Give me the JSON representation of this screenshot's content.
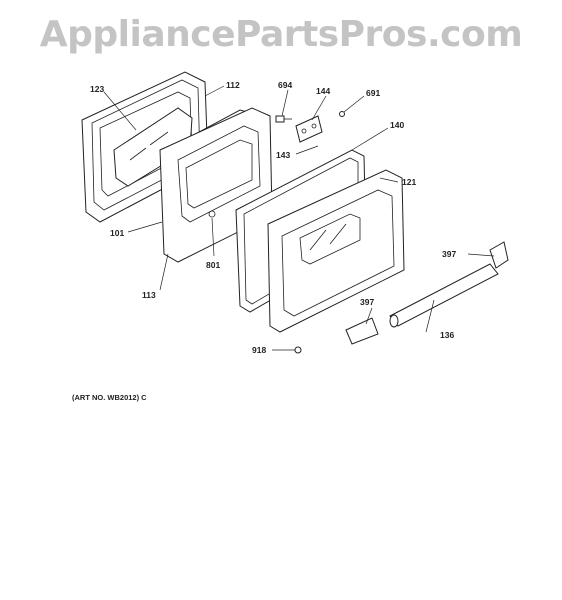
{
  "watermark": "AppliancePartsPros.com",
  "caption": "(ART NO. WB2012) C",
  "callouts": {
    "p123": "123",
    "p112": "112",
    "p694": "694",
    "p144": "144",
    "p691": "691",
    "p140": "140",
    "p143": "143",
    "p121": "121",
    "p101": "101",
    "p801": "801",
    "p113": "113",
    "p397a": "397",
    "p397b": "397",
    "p136": "136",
    "p918": "918"
  },
  "colors": {
    "line": "#222222",
    "watermark": "#c4c4c4",
    "background": "#ffffff"
  }
}
